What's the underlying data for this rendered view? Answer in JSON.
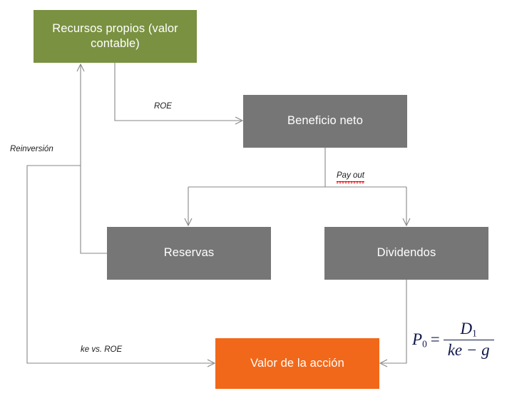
{
  "diagram": {
    "title_text": "",
    "colors": {
      "equity_box": "#7a9141",
      "process_box": "#767676",
      "value_box": "#f2681a",
      "connector": "#878787",
      "formula_text": "#10174a",
      "spellcheck_underline": "#ff1a1a",
      "canvas": "#ffffff"
    },
    "nodes": [
      {
        "id": "recursos",
        "label": "Recursos propios (valor contable)",
        "style": "green"
      },
      {
        "id": "beneficio",
        "label": "Beneficio neto",
        "style": "gray"
      },
      {
        "id": "reservas",
        "label": "Reservas",
        "style": "gray"
      },
      {
        "id": "dividendos",
        "label": "Dividendos",
        "style": "gray"
      },
      {
        "id": "valor",
        "label": "Valor de la acción",
        "style": "orange"
      }
    ],
    "edge_labels": {
      "roe": "ROE",
      "reinversion": "Reinversión",
      "payout": "Pay out",
      "ke_vs_roe": "ke vs. ROE"
    },
    "formula": {
      "lhs_symbol": "P",
      "lhs_subscript": "0",
      "equals": "=",
      "numerator_symbol": "D",
      "numerator_subscript": "1",
      "denominator": "ke − g",
      "plain": "P0 = D1 / (ke − g)"
    },
    "edges": [
      {
        "from": "recursos",
        "to": "beneficio",
        "label": "ROE"
      },
      {
        "from": "beneficio",
        "to": "reservas",
        "label": "Pay out"
      },
      {
        "from": "beneficio",
        "to": "dividendos",
        "label": "Pay out"
      },
      {
        "from": "reservas",
        "to": "recursos",
        "label": "Reinversión"
      },
      {
        "from": "reservas",
        "to": "valor",
        "label": "ke vs. ROE"
      },
      {
        "from": "dividendos",
        "to": "valor",
        "label": "P0 = D1 / (ke − g)"
      }
    ]
  }
}
